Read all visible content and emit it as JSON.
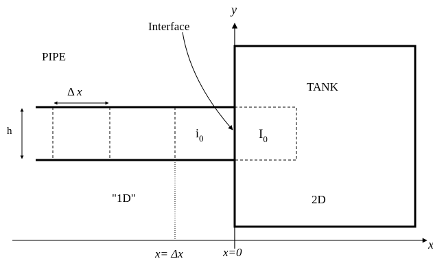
{
  "labels": {
    "pipe": "PIPE",
    "tank": "TANK",
    "interface": "Interface",
    "h": "h",
    "delta_x_sym": "Δ",
    "delta_x_sub": "x",
    "i0_main": "i",
    "i0_sub": "0",
    "I0_main": "I",
    "I0_sub": "0",
    "one_d": "\"1D\"",
    "two_d": "2D",
    "y_axis": "y",
    "x_axis": "x",
    "x_eq_dx": "x= Δx",
    "x_eq_0": "x=0"
  },
  "colors": {
    "ink": "#000000",
    "background": "#ffffff"
  }
}
